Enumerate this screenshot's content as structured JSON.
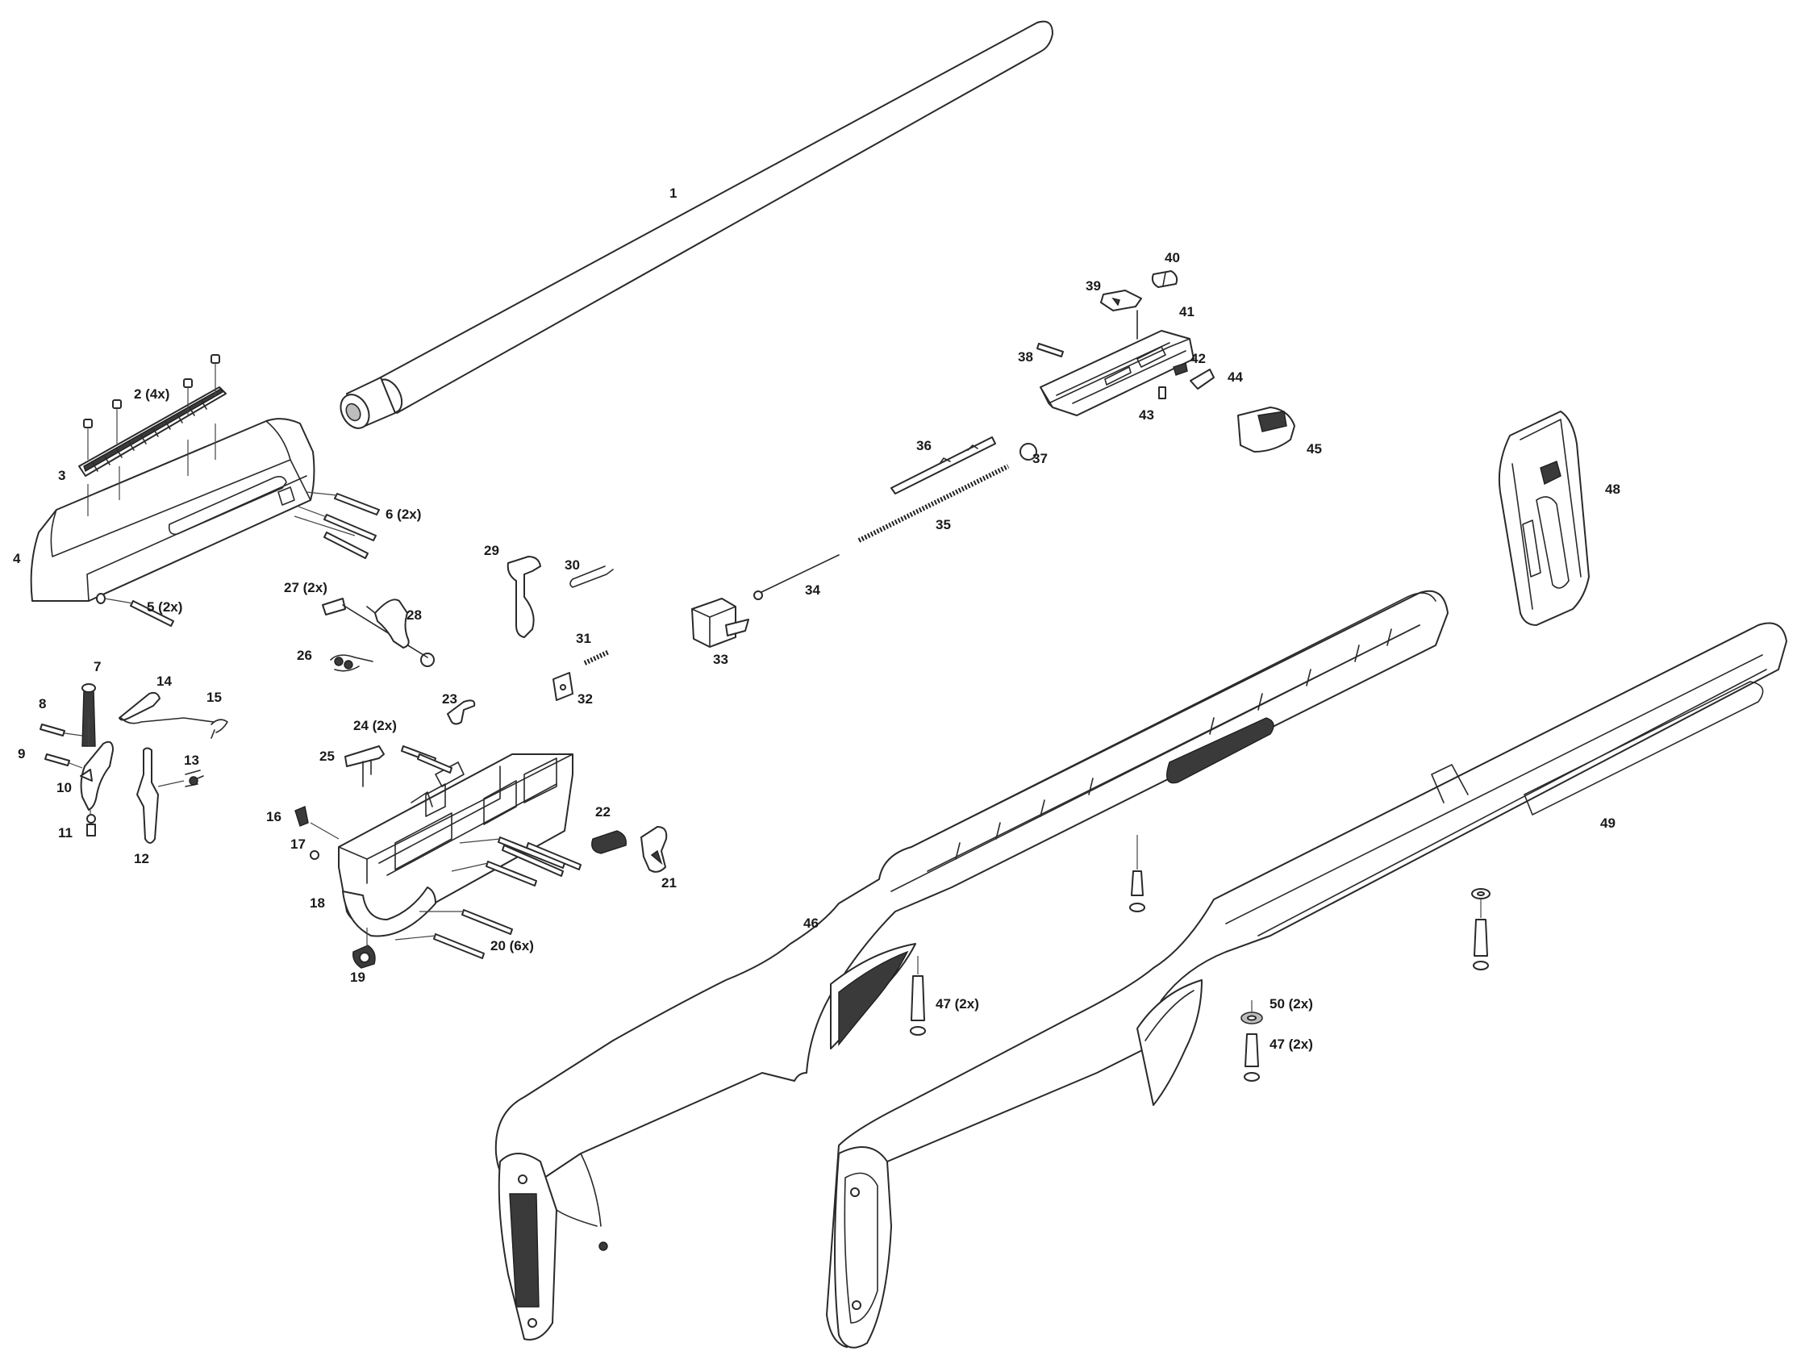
{
  "callouts": [
    {
      "id": "p1",
      "text": "1"
    },
    {
      "id": "p2",
      "text": "2 (4x)"
    },
    {
      "id": "p3",
      "text": "3"
    },
    {
      "id": "p4",
      "text": "4"
    },
    {
      "id": "p5",
      "text": "5 (2x)"
    },
    {
      "id": "p6",
      "text": "6 (2x)"
    },
    {
      "id": "p7",
      "text": "7"
    },
    {
      "id": "p8",
      "text": "8"
    },
    {
      "id": "p9",
      "text": "9"
    },
    {
      "id": "p10",
      "text": "10"
    },
    {
      "id": "p11",
      "text": "11"
    },
    {
      "id": "p12",
      "text": "12"
    },
    {
      "id": "p13",
      "text": "13"
    },
    {
      "id": "p14",
      "text": "14"
    },
    {
      "id": "p15",
      "text": "15"
    },
    {
      "id": "p16",
      "text": "16"
    },
    {
      "id": "p17",
      "text": "17"
    },
    {
      "id": "p18",
      "text": "18"
    },
    {
      "id": "p19",
      "text": "19"
    },
    {
      "id": "p20",
      "text": "20 (6x)"
    },
    {
      "id": "p21",
      "text": "21"
    },
    {
      "id": "p22",
      "text": "22"
    },
    {
      "id": "p23",
      "text": "23"
    },
    {
      "id": "p24",
      "text": "24 (2x)"
    },
    {
      "id": "p25",
      "text": "25"
    },
    {
      "id": "p26",
      "text": "26"
    },
    {
      "id": "p27",
      "text": "27 (2x)"
    },
    {
      "id": "p28",
      "text": "28"
    },
    {
      "id": "p29",
      "text": "29"
    },
    {
      "id": "p30",
      "text": "30"
    },
    {
      "id": "p31",
      "text": "31"
    },
    {
      "id": "p32",
      "text": "32"
    },
    {
      "id": "p33",
      "text": "33"
    },
    {
      "id": "p34",
      "text": "34"
    },
    {
      "id": "p35",
      "text": "35"
    },
    {
      "id": "p36",
      "text": "36"
    },
    {
      "id": "p37",
      "text": "37"
    },
    {
      "id": "p38",
      "text": "38"
    },
    {
      "id": "p39",
      "text": "39"
    },
    {
      "id": "p40",
      "text": "40"
    },
    {
      "id": "p41",
      "text": "41"
    },
    {
      "id": "p42",
      "text": "42"
    },
    {
      "id": "p43",
      "text": "43"
    },
    {
      "id": "p44",
      "text": "44"
    },
    {
      "id": "p45",
      "text": "45"
    },
    {
      "id": "p46",
      "text": "46"
    },
    {
      "id": "p47a",
      "text": "47 (2x)"
    },
    {
      "id": "p47b",
      "text": "47 (2x)"
    },
    {
      "id": "p48",
      "text": "48"
    },
    {
      "id": "p49",
      "text": "49"
    },
    {
      "id": "p50",
      "text": "50 (2x)"
    }
  ]
}
